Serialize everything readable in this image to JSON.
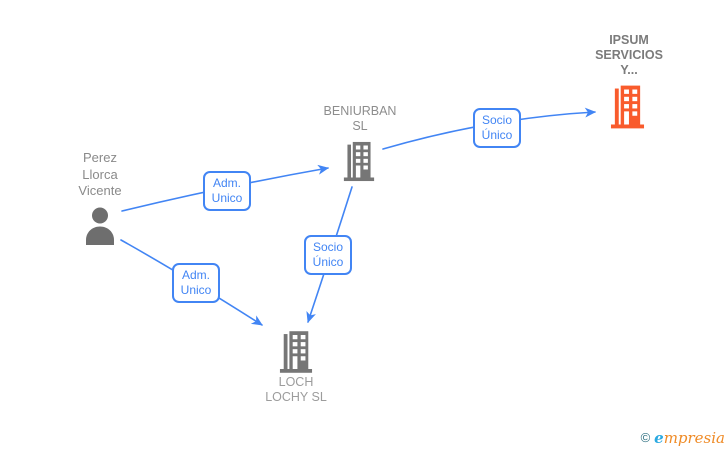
{
  "diagram": {
    "type": "company-relationship-graph",
    "background_color": "#ffffff",
    "edge_color": "#4285f4",
    "nodes": {
      "perez": {
        "kind": "person",
        "label_lines": [
          "Perez",
          "Llorca",
          "Vicente"
        ],
        "icon": "person-silhouette",
        "icon_color": "#6e6e6e"
      },
      "beniurban": {
        "kind": "company",
        "label_lines": [
          "BENIURBAN",
          "SL"
        ],
        "icon": "office-building",
        "icon_color": "#767676"
      },
      "ipsum": {
        "kind": "company",
        "label_lines": [
          "IPSUM",
          "SERVICIOS",
          "Y..."
        ],
        "icon": "office-building",
        "icon_color": "#f95b2c",
        "highlighted": true
      },
      "loch": {
        "kind": "company",
        "label_lines": [
          "LOCH",
          "LOCHY SL"
        ],
        "icon": "office-building",
        "icon_color": "#767676"
      }
    },
    "edges": [
      {
        "from": "perez",
        "to": "beniurban",
        "label_lines": [
          "Adm.",
          "Unico"
        ]
      },
      {
        "from": "perez",
        "to": "loch",
        "label_lines": [
          "Adm.",
          "Unico"
        ]
      },
      {
        "from": "beniurban",
        "to": "loch",
        "label_lines": [
          "Socio",
          "Único"
        ]
      },
      {
        "from": "beniurban",
        "to": "ipsum",
        "label_lines": [
          "Socio",
          "Único"
        ]
      }
    ]
  },
  "watermark": {
    "copyright_symbol": "©",
    "brand_first_letter": "e",
    "brand_rest": "mpresia",
    "copyright_color": "#2d6f80",
    "brand_e_color": "#2aa9e1",
    "brand_rest_color": "#ef8b27"
  }
}
